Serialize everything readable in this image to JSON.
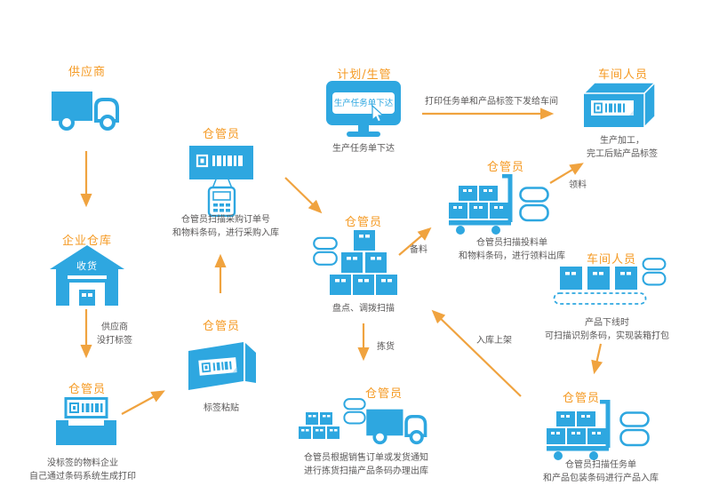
{
  "nodes": {
    "supplier": {
      "title": "供应商"
    },
    "warehouse": {
      "title": "企业仓库",
      "badge": "收货"
    },
    "keeper_print": {
      "title": "仓管员",
      "desc": "没标签的物料企业\n自己通过条码系统生成打印"
    },
    "keeper_paste": {
      "title": "仓管员",
      "desc": "标签粘贴"
    },
    "keeper_scan": {
      "title": "仓管员",
      "desc": "仓管员扫描采购订单号\n和物料条码，进行采购入库"
    },
    "planner": {
      "title": "计划/生管",
      "screen": "生产任务单下达",
      "desc": "生产任务单下达"
    },
    "workshop_label": {
      "title": "车间人员",
      "desc": "生产加工，\n完工后贴产品标签"
    },
    "keeper_feed": {
      "title": "仓管员",
      "desc": "仓管员扫描投料单\n和物料条码，进行领料出库"
    },
    "keeper_stock": {
      "title": "仓管员",
      "desc": "盘点、调拨扫描"
    },
    "workshop_line": {
      "title": "车间人员",
      "desc": "产品下线时\n可扫描识别条码，实现装箱打包"
    },
    "keeper_in": {
      "title": "仓管员",
      "desc": "仓管员扫描任务单\n和产品包装条码进行产品入库"
    },
    "keeper_out": {
      "title": "仓管员",
      "desc": "仓管员根据销售订单或发货通知\n进行拣货扫描产品条码办理出库"
    }
  },
  "edges": {
    "supplier_no_label": "供应商\n没打标签",
    "print_dispatch": "打印任务单和产品标签下发给车间",
    "prepare": "备料",
    "requisition": "领料",
    "pick": "拣货",
    "putaway": "入库上架"
  },
  "colors": {
    "blue": "#2EA7E0",
    "arrow_orange": "#F0A33F",
    "title_orange": "#F59A23",
    "text_gray": "#595757"
  }
}
